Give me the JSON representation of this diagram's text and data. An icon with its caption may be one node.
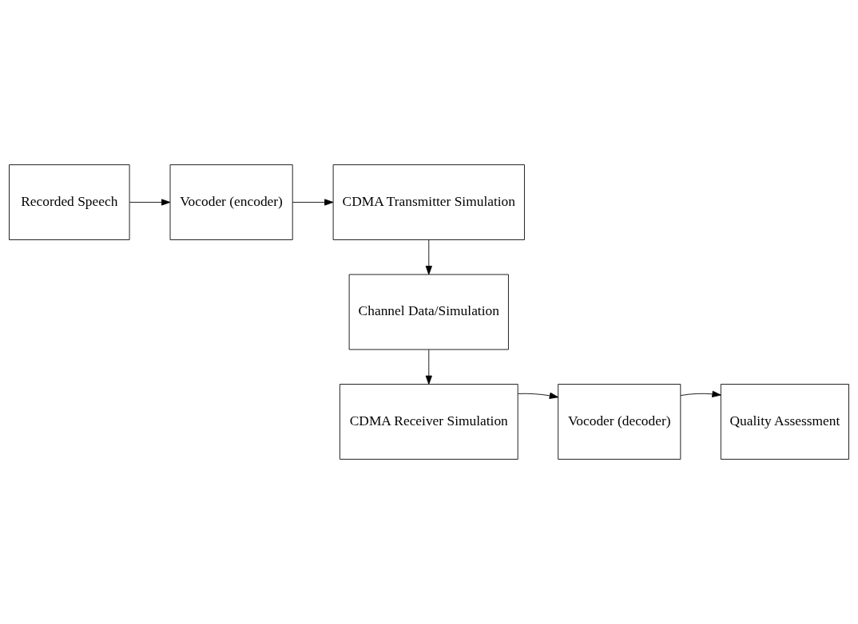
{
  "diagram": {
    "nodes": [
      {
        "text": [
          "Recorded Speech"
        ]
      },
      {
        "text": [
          "Vocoder (encoder)"
        ]
      },
      {
        "text": [
          "CDMA Transmitter Simulation"
        ]
      },
      {
        "text": [
          "Channel Data/Simulation"
        ]
      },
      {
        "text": [
          "CDMA Receiver Simulation"
        ]
      },
      {
        "text": [
          "Vocoder (decoder)"
        ]
      },
      {
        "text": [
          "Quality Assessment"
        ]
      }
    ],
    "edges": [
      {
        "from": 0,
        "to": 1,
        "arrow": "to"
      },
      {
        "from": 1,
        "to": 2,
        "arrow": "to"
      },
      {
        "from": 2,
        "to": 3,
        "arrow": "to"
      },
      {
        "from": 3,
        "to": 4,
        "arrow": "to"
      },
      {
        "from": 4,
        "to": 5,
        "arrow": "to"
      },
      {
        "from": 5,
        "to": 6,
        "arrow": "to"
      }
    ]
  }
}
